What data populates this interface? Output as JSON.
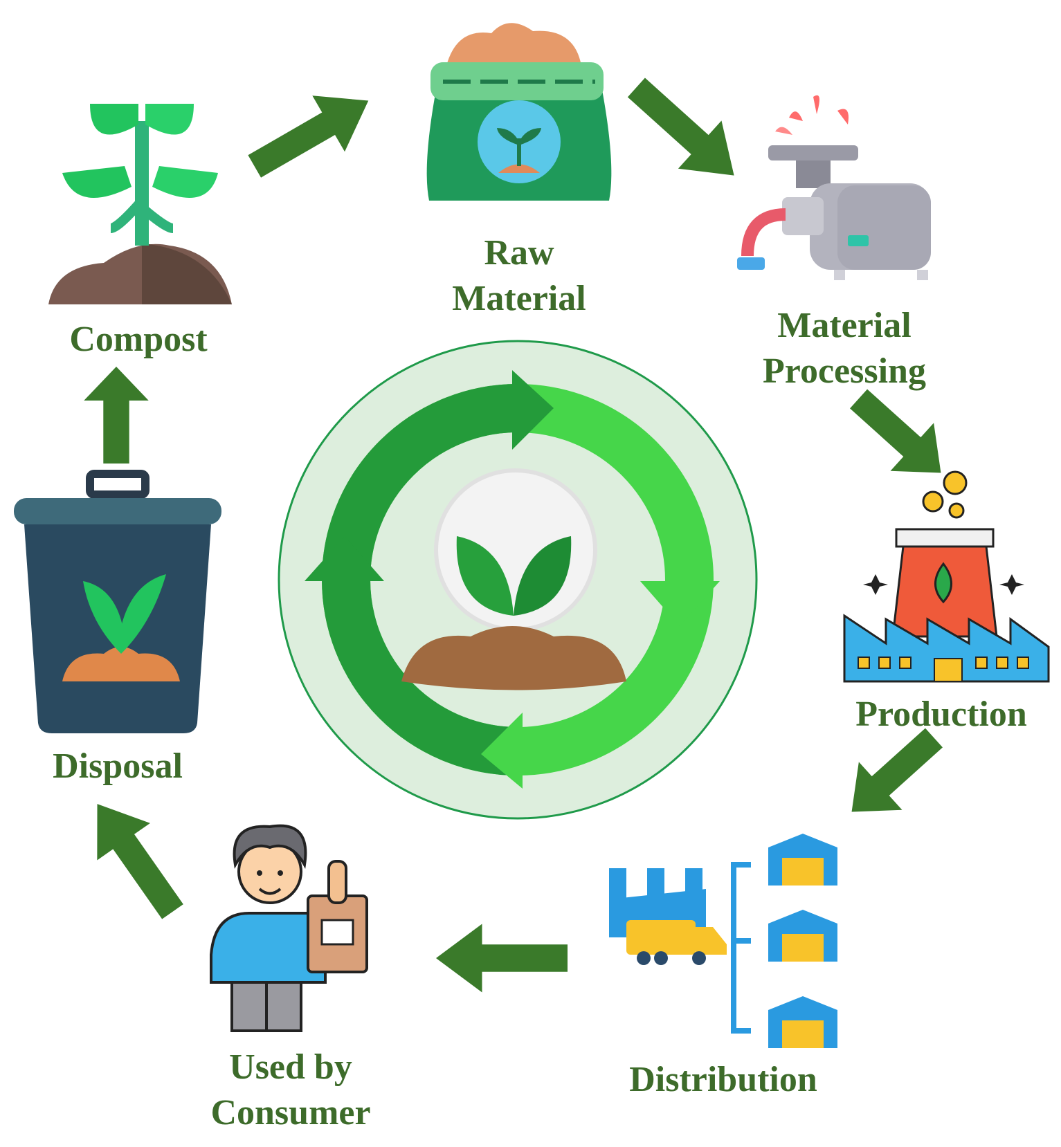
{
  "stages": {
    "compost": "Compost",
    "raw_material_line1": "Raw",
    "raw_material_line2": "Material",
    "material_processing_line1": "Material",
    "material_processing_line2": "Processing",
    "production": "Production",
    "distribution": "Distribution",
    "consumer_line1": "Used by",
    "consumer_line2": "Consumer",
    "disposal": "Disposal"
  },
  "colors": {
    "label_text": "#3d6b2a",
    "flow_arrow": "#3a7a2a",
    "cycle_dark": "#249b3a",
    "cycle_light": "#46d64a",
    "center_disc": "#ddeedd",
    "soil": "#a06a40"
  },
  "icons": {
    "compost": "sprout-in-soil-icon",
    "raw_material": "seed-sack-icon",
    "material_processing": "grinder-machine-icon",
    "production": "factory-icon",
    "distribution": "warehouse-network-icon",
    "consumer": "person-with-bag-icon",
    "disposal": "eco-trash-bin-icon",
    "center": "recycle-cycle-icon"
  }
}
